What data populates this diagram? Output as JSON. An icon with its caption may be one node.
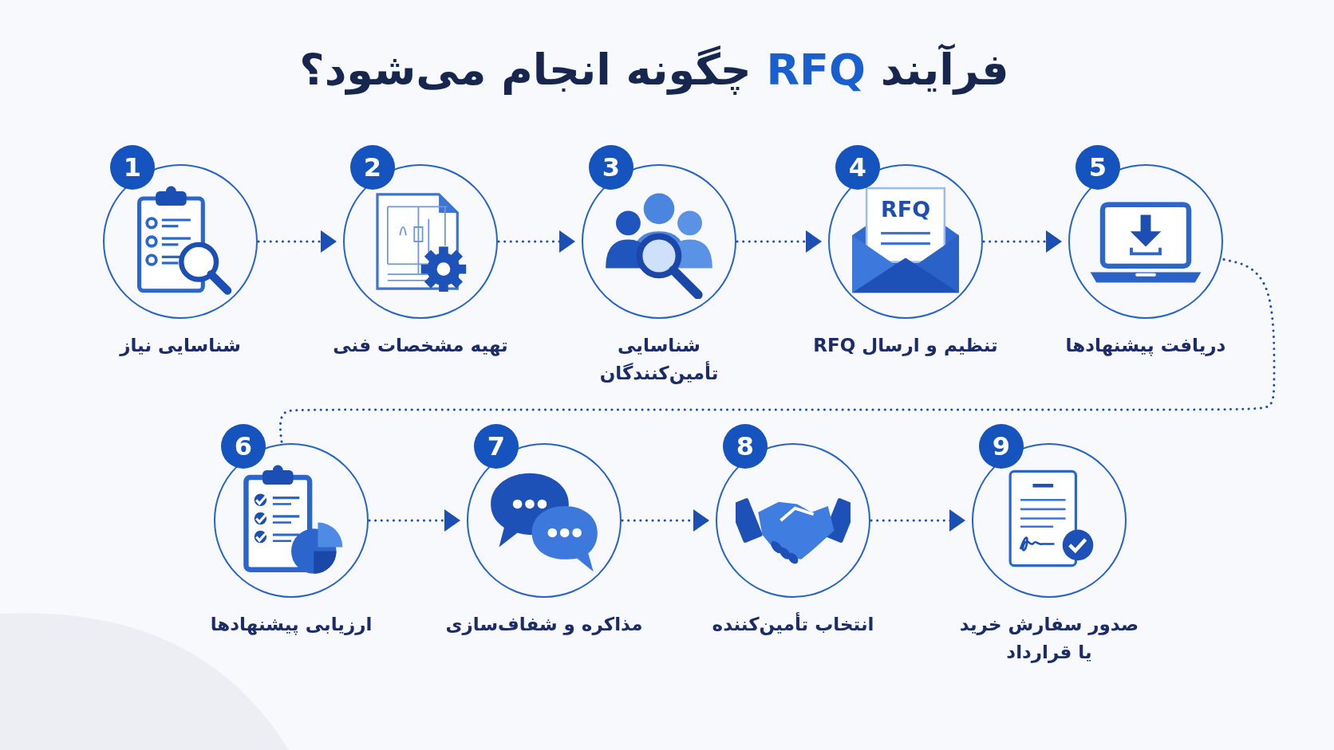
{
  "diagram": {
    "title": "فرآیند **RFQ** چگونه انجام می‌شود؟",
    "nodes": [
      {
        "text": [
          "1",
          "شناسایی نیاز"
        ]
      },
      {
        "text": [
          "2",
          "تهیه مشخصات فنی"
        ]
      },
      {
        "text": [
          "3",
          "شناسایی تأمین‌کنندگان"
        ]
      },
      {
        "text": [
          "4",
          "RFQ",
          "تنظیم و ارسال RFQ"
        ]
      },
      {
        "text": [
          "5",
          "دریافت پیشنهادها"
        ]
      },
      {
        "text": [
          "6",
          "ارزیابی پیشنهادها"
        ]
      },
      {
        "text": [
          "7",
          "مذاکره و شفاف‌سازی"
        ]
      },
      {
        "text": [
          "8",
          "انتخاب تأمین‌کننده"
        ]
      },
      {
        "text": [
          "9",
          "صدور سفارش خرید یا قرارداد"
        ]
      }
    ],
    "edges": [
      {
        "from": 0,
        "to": 1,
        "arrow": "to",
        "style": "dashed"
      },
      {
        "from": 1,
        "to": 2,
        "arrow": "to",
        "style": "dashed"
      },
      {
        "from": 2,
        "to": 3,
        "arrow": "to",
        "style": "dashed"
      },
      {
        "from": 3,
        "to": 4,
        "arrow": "to",
        "style": "dashed"
      },
      {
        "from": 4,
        "to": 5,
        "arrow": "none",
        "style": "dashed"
      },
      {
        "from": 5,
        "to": 6,
        "arrow": "to",
        "style": "dashed"
      },
      {
        "from": 6,
        "to": 7,
        "arrow": "to",
        "style": "dashed"
      },
      {
        "from": 7,
        "to": 8,
        "arrow": "to",
        "style": "dashed"
      }
    ]
  }
}
